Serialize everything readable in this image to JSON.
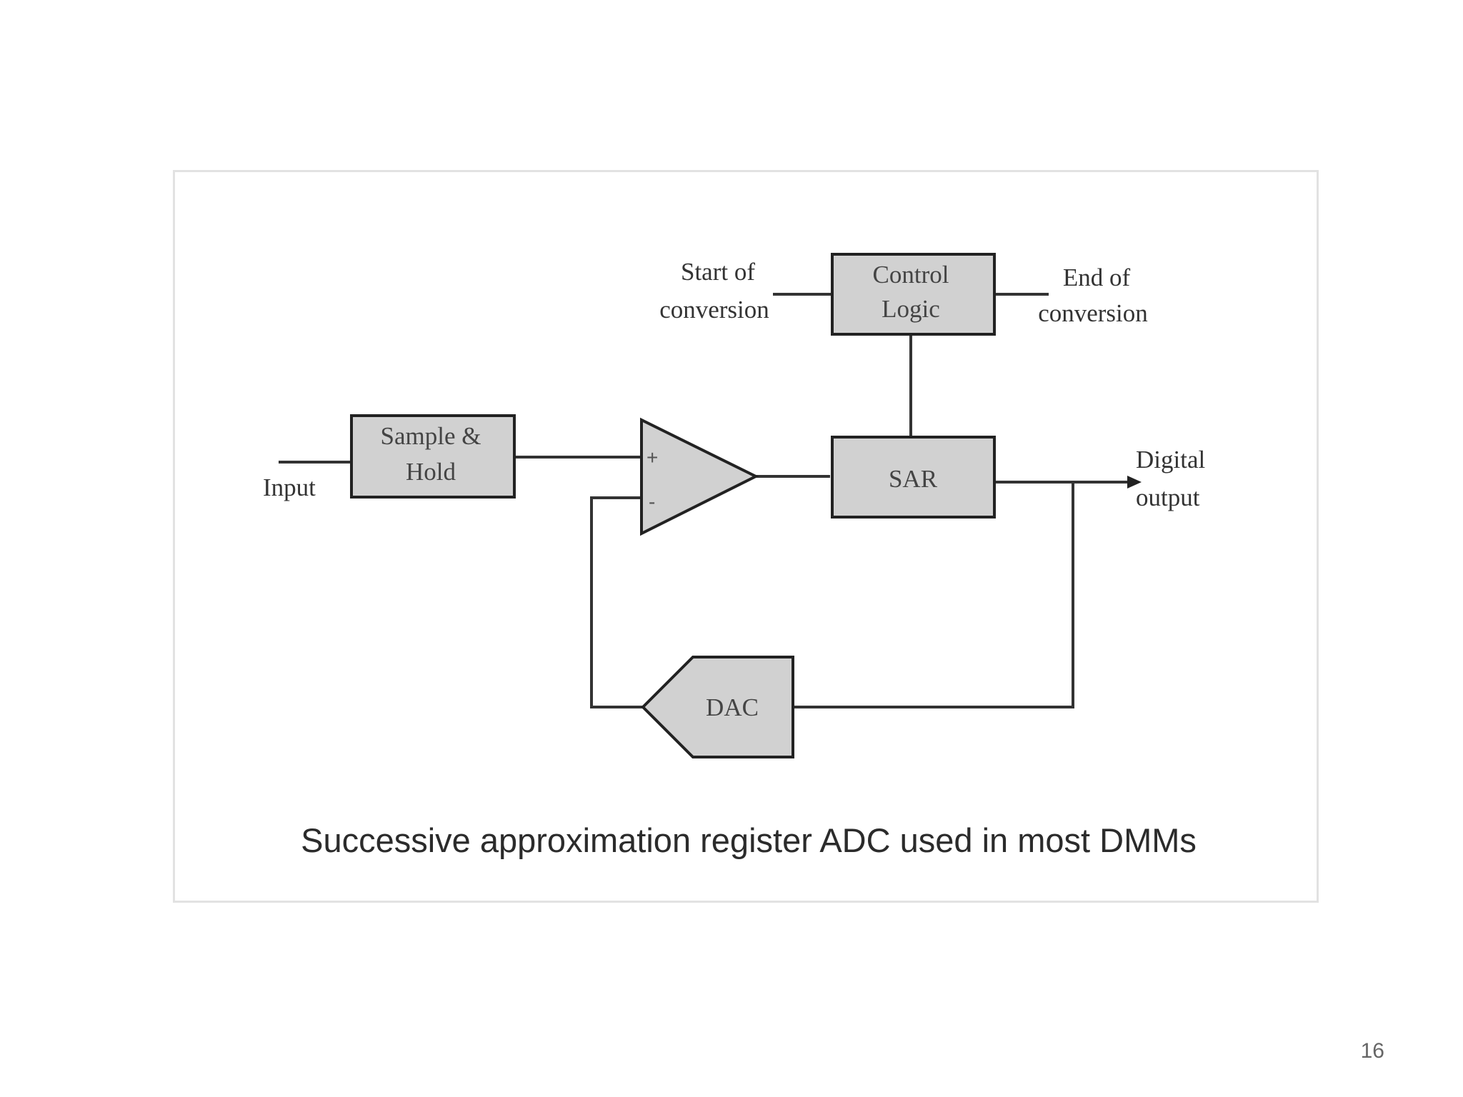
{
  "diagram": {
    "blocks": {
      "sample_hold": {
        "line1": "Sample &",
        "line2": "Hold"
      },
      "control_logic": {
        "line1": "Control",
        "line2": "Logic"
      },
      "sar": {
        "label": "SAR"
      },
      "dac": {
        "label": "DAC"
      }
    },
    "comparator": {
      "plus": "+",
      "minus": "-"
    },
    "labels": {
      "input": "Input",
      "start_of_conversion": {
        "line1": "Start of",
        "line2": "conversion"
      },
      "end_of_conversion": {
        "line1": "End of",
        "line2": "conversion"
      },
      "digital_output": {
        "line1": "Digital",
        "line2": "output"
      }
    },
    "caption": "Successive approximation register ADC used in most DMMs"
  },
  "page_number": "16",
  "colors": {
    "block_fill": "#d1d1d1",
    "block_stroke": "#222222",
    "wire": "#333333",
    "frame_border": "#e2e2e2",
    "background": "#ffffff"
  }
}
